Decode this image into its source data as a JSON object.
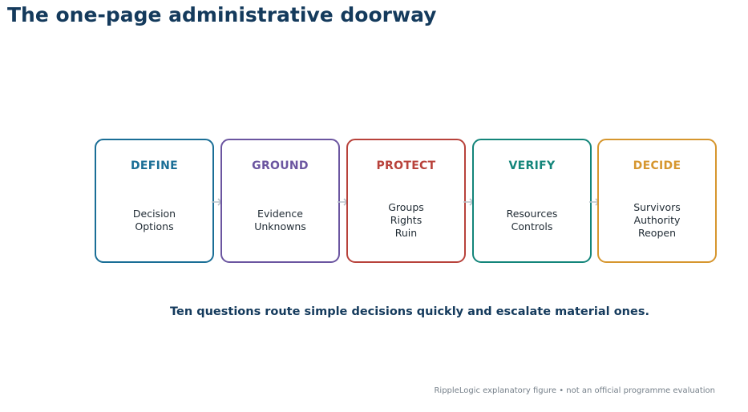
{
  "title": "The one-page administrative doorway",
  "stages": [
    {
      "label": "DEFINE",
      "color": "#1a6e96",
      "items": [
        "Decision",
        "Options"
      ]
    },
    {
      "label": "GROUND",
      "color": "#6b55a0",
      "items": [
        "Evidence",
        "Unknowns"
      ]
    },
    {
      "label": "PROTECT",
      "color": "#b8423b",
      "items": [
        "Groups",
        "Rights",
        "Ruin"
      ]
    },
    {
      "label": "VERIFY",
      "color": "#13857a",
      "items": [
        "Resources",
        "Controls"
      ]
    },
    {
      "label": "DECIDE",
      "color": "#d6962e",
      "items": [
        "Survivors",
        "Authority",
        "Reopen"
      ]
    }
  ],
  "arrow_color": "#b9c3cc",
  "tagline": "Ten questions route simple decisions quickly and escalate material ones.",
  "footer": "RippleLogic explanatory figure • not an official programme evaluation"
}
